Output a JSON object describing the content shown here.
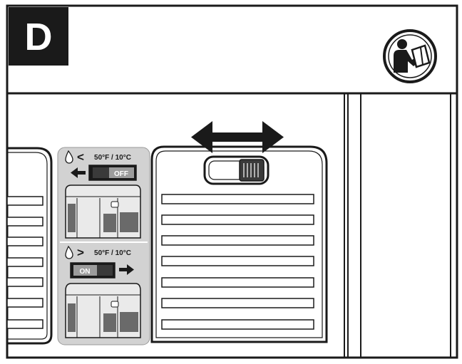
{
  "step": {
    "letter": "D"
  },
  "icons": {
    "manual": "read-manual-icon"
  },
  "conditions": {
    "below": {
      "symbol": "<",
      "temperature": "50°F / 10°C",
      "switch_state": "OFF"
    },
    "above": {
      "symbol": ">",
      "temperature": "50°F / 10°C",
      "switch_state": "ON"
    }
  },
  "colors": {
    "ink": "#1a1a1a",
    "panel": "#d2d2d2",
    "paper": "#ffffff"
  }
}
